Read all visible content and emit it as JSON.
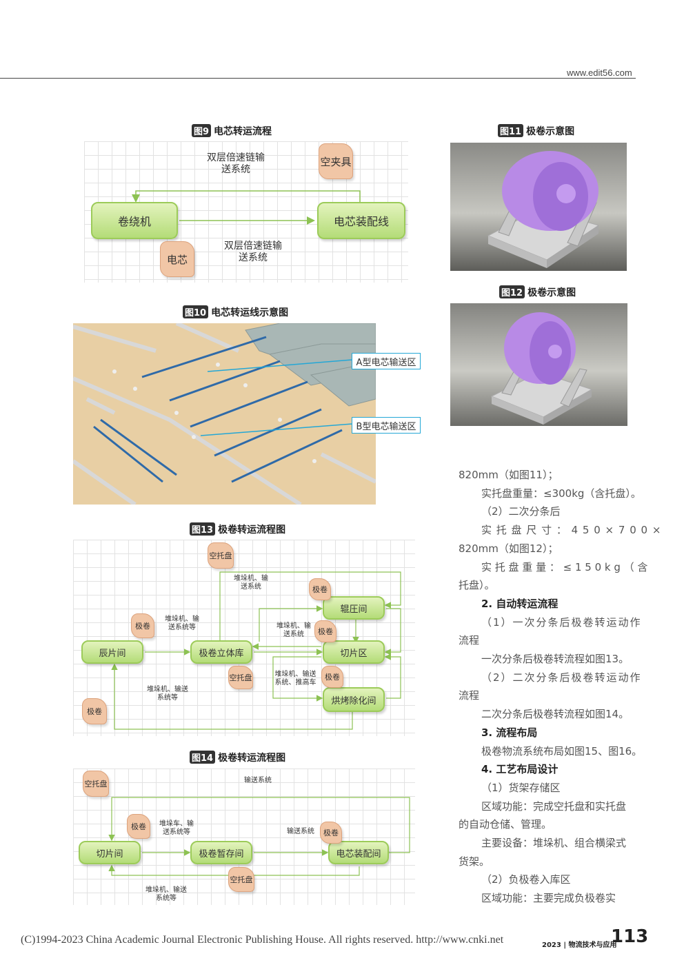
{
  "header": {
    "site": "www.edit56.com"
  },
  "fig9": {
    "tag": "图9",
    "title": "电芯转运流程",
    "box_left": "卷绕机",
    "box_right": "电芯装配线",
    "tag_top": "空夹具",
    "tag_bottom": "电芯",
    "label_top": "双层倍速链输\n送系统",
    "label_bottom": "双层倍速链输\n送系统"
  },
  "fig10": {
    "tag": "图10",
    "title": "电芯转运线示意图",
    "callout_a": "A型电芯输送区",
    "callout_b": "B型电芯输送区"
  },
  "fig11": {
    "tag": "图11",
    "title": "极卷示意图"
  },
  "fig12": {
    "tag": "图12",
    "title": "极卷示意图"
  },
  "fig13": {
    "tag": "图13",
    "title": "极卷转运流程图",
    "boxes": {
      "coating": "辰片间",
      "warehouse": "极卷立体库",
      "rolling": "辊圧间",
      "cutting": "切片区",
      "baking": "烘烤除化间"
    },
    "tags": {
      "empty_tray_top": "空托盘",
      "jijuan_1": "极卷",
      "jijuan_2": "极卷",
      "jijuan_3": "极卷",
      "empty_tray_mid": "空托盘",
      "jijuan_4": "极卷",
      "jijuan_5": "极卷"
    },
    "labels": {
      "top": "堆垛机、输\n送系统",
      "left": "堆垛机、输\n送系统等",
      "mid": "堆垛机、输\n送系统",
      "right": "堆垛机、输送\n系统、推高车",
      "bottom": "堆垛机、输送\n系统等"
    }
  },
  "fig14": {
    "tag": "图14",
    "title": "极卷转运流程图",
    "boxes": {
      "cutting": "切片间",
      "storage": "极卷暂存间",
      "assembly": "电芯装配间"
    },
    "tags": {
      "empty_tray_top": "空托盘",
      "jijuan_1": "极卷",
      "jijuan_2": "极卷",
      "empty_tray_bottom": "空托盘"
    },
    "labels": {
      "top": "输送系统",
      "left": "堆垛车、输\n送系统等",
      "right": "输送系统",
      "bottom": "堆垛机、输送\n系统等"
    }
  },
  "text": {
    "l1": "820mm（如图11）；",
    "l2": "实托盘重量：≤300kg（含托盘）。",
    "l3": "（2）二次分条后",
    "l4": "实 托 盘 尺 寸 ： 4 5 0 × 7 0 0 ×",
    "l5": "820mm（如图12）；",
    "l6": "实 托 盘 重 量 ：  ≤ 1 5 0 k g （ 含",
    "l7": "托盘）。",
    "l8": "2. 自动转运流程",
    "l9": "（1）一次分条后极卷转运动作",
    "l10": "流程",
    "l11": "一次分条后极卷转流程如图13。",
    "l12": "（2）二次分条后极卷转运动作",
    "l13": "流程",
    "l14": "二次分条后极卷转流程如图14。",
    "l15": "3. 流程布局",
    "l16": "极卷物流系统布局如图15、图16。",
    "l17": "4. 工艺布局设计",
    "l18": "（1）货架存储区",
    "l19": "区域功能：完成空托盘和实托盘",
    "l20": "的自动仓储、管理。",
    "l21": "主要设备：堆垛机、组合横梁式",
    "l22": "货架。",
    "l23": "（2）负极卷入库区",
    "l24": "区域功能：主要完成负极卷实"
  },
  "footer": {
    "copyright": "(C)1994-2023 China Academic Journal Electronic Publishing House. All rights reserved.    http://www.cnki.net",
    "journal": "2023 | 物流技术与应用",
    "page": "113"
  }
}
